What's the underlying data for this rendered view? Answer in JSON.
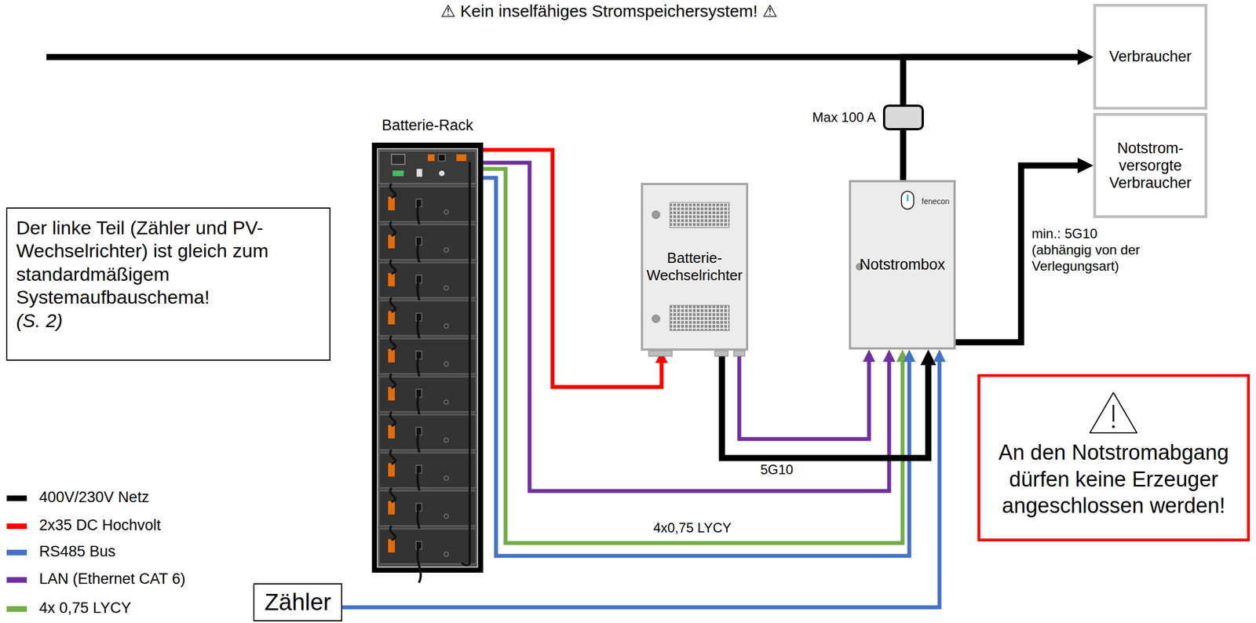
{
  "diagram": {
    "title": "⚠ Kein inselfähiges Stromspeichersystem! ⚠",
    "nodes": [
      {
        "text": [
          "Verbraucher"
        ]
      },
      {
        "text": [
          "Notstrom-versorgte Verbraucher"
        ]
      },
      {
        "text": [
          "Batterie-Rack"
        ]
      },
      {
        "text": [
          "Batterie-Wechselrichter"
        ]
      },
      {
        "text": [
          "Notstrombox",
          "fenecon"
        ]
      },
      {
        "text": [
          "Der linke Teil (Zähler und PV-Wechselrichter) ist gleich zum standardmäßigem Systemaufbauschema!",
          "(S. 2)"
        ]
      },
      {
        "text": [
          "An den Notstromabgang dürfen keine Erzeuger angeschlossen werden!"
        ]
      },
      {
        "text": [
          "Zähler"
        ]
      }
    ],
    "edges": [
      {
        "from": 4,
        "to": 0,
        "arrow": "to",
        "label": "Max 100 A"
      },
      {
        "from": 4,
        "to": 1,
        "arrow": "to",
        "label": "min.: 5G10 (abhängig von der Verlegungsart)"
      },
      {
        "from": 2,
        "to": 3,
        "arrow": "to"
      },
      {
        "from": 2,
        "to": 4,
        "arrow": "to"
      },
      {
        "from": 2,
        "to": 4,
        "arrow": "to",
        "label": "4x0,75 LYCY"
      },
      {
        "from": 2,
        "to": 4,
        "arrow": "to"
      },
      {
        "from": 3,
        "to": 4,
        "arrow": "to",
        "label": "5G10"
      },
      {
        "from": 3,
        "to": 4,
        "arrow": "to"
      },
      {
        "from": 7,
        "to": 4,
        "arrow": "to"
      }
    ],
    "legend": [
      {
        "text": "400V/230V Netz",
        "color": "#000000"
      },
      {
        "text": "2x35 DC Hochvolt",
        "color": "#ff0000"
      },
      {
        "text": "RS485 Bus",
        "color": "#4472c4"
      },
      {
        "text": "LAN (Ethernet CAT 6)",
        "color": "#7030a0"
      },
      {
        "text": "4x 0,75 LYCY",
        "color": "#70ad47"
      }
    ]
  }
}
